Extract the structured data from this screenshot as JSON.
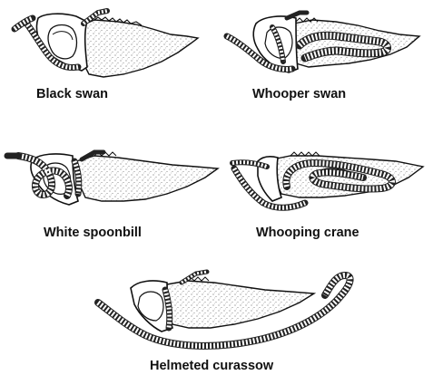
{
  "labels": {
    "black_swan": "Black swan",
    "whooper_swan": "Whooper swan",
    "white_spoonbill": "White spoonbill",
    "whooping_crane": "Whooping crane",
    "helmeted_curassow": "Helmeted curassow"
  }
}
